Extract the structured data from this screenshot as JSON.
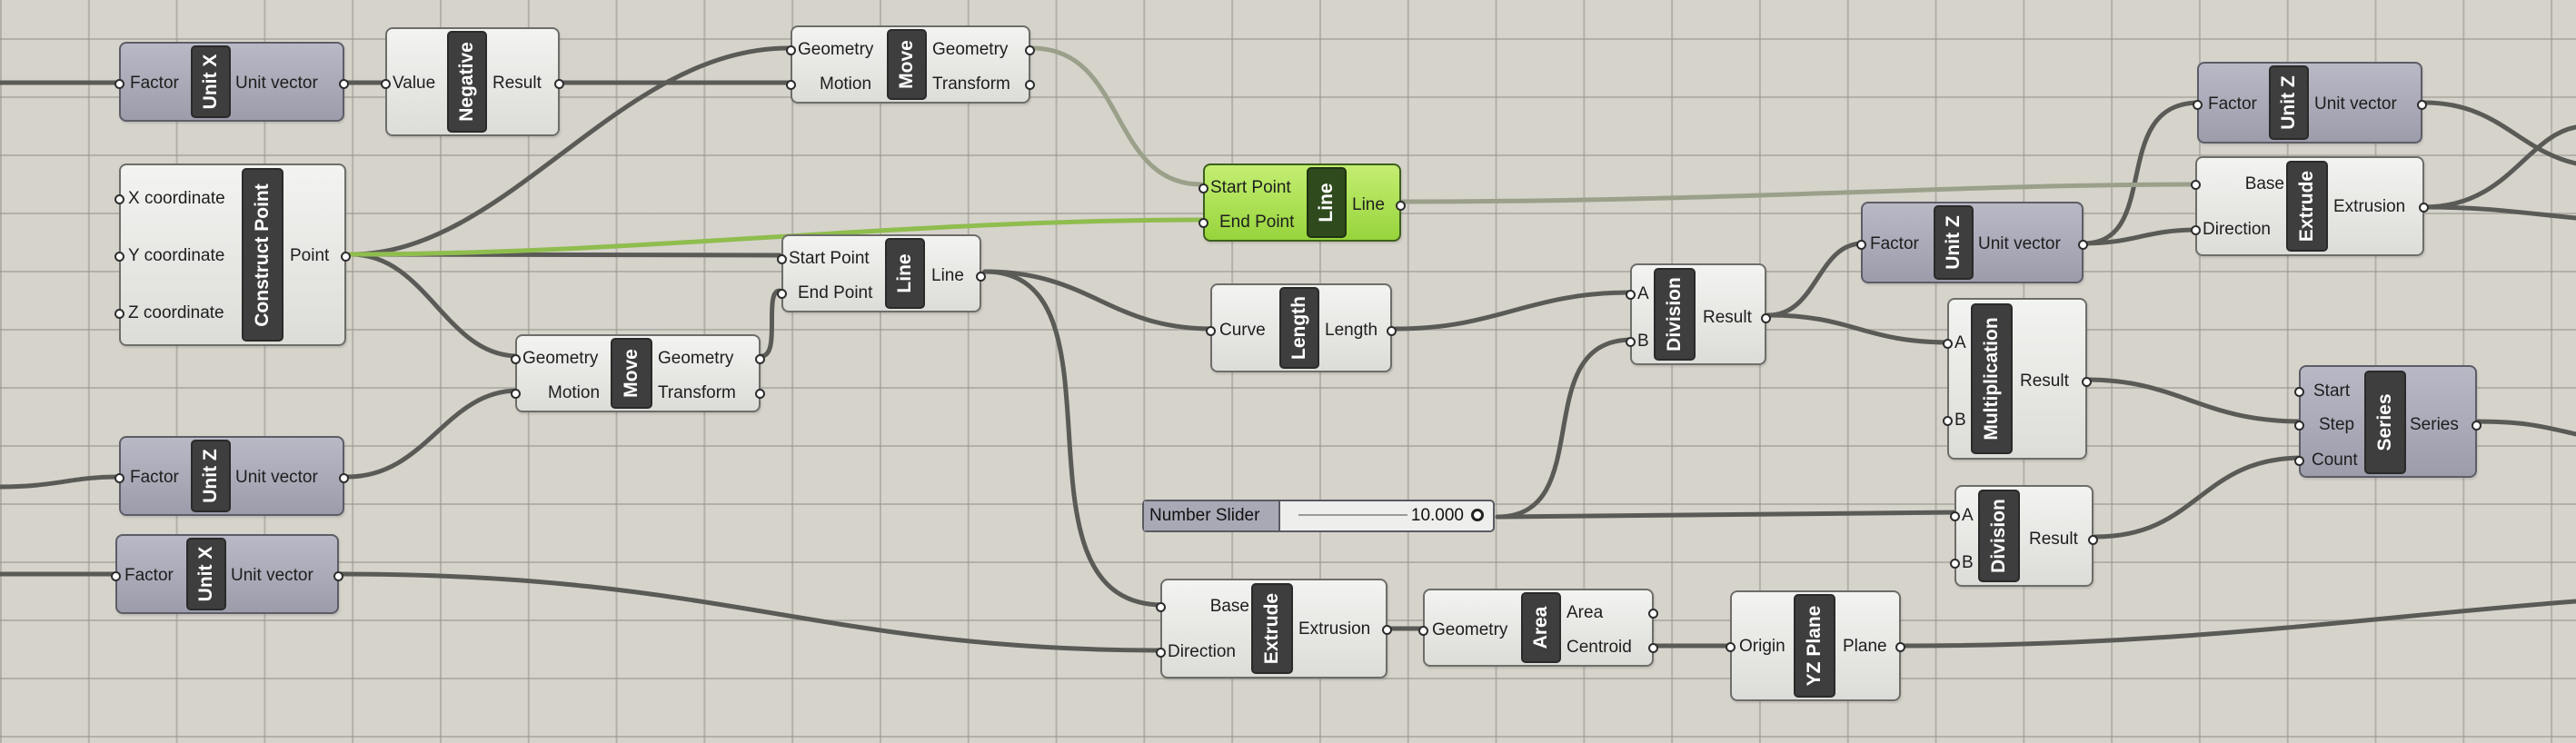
{
  "app": {
    "colors": {
      "canvas": "#d6d3cb",
      "wire": "#5a5a57",
      "selected": "#97d43c"
    }
  },
  "components": {
    "unitx1": {
      "icon": "Unit X",
      "inputs": [
        "Factor"
      ],
      "outputs": [
        "Unit vector"
      ]
    },
    "negative": {
      "icon": "Negative",
      "inputs": [
        "Value"
      ],
      "outputs": [
        "Result"
      ]
    },
    "move1": {
      "icon": "Move",
      "inputs": [
        "Geometry",
        "Motion"
      ],
      "outputs": [
        "Geometry",
        "Transform"
      ]
    },
    "construct_point": {
      "icon": "Construct Point",
      "inputs": [
        "X coordinate",
        "Y coordinate",
        "Z coordinate"
      ],
      "outputs": [
        "Point"
      ]
    },
    "line_selected": {
      "icon": "Line",
      "inputs": [
        "Start Point",
        "End Point"
      ],
      "outputs": [
        "Line"
      ]
    },
    "line2": {
      "icon": "Line",
      "inputs": [
        "Start Point",
        "End Point"
      ],
      "outputs": [
        "Line"
      ]
    },
    "move2": {
      "icon": "Move",
      "inputs": [
        "Geometry",
        "Motion"
      ],
      "outputs": [
        "Geometry",
        "Transform"
      ]
    },
    "unitz1": {
      "icon": "Unit Z",
      "inputs": [
        "Factor"
      ],
      "outputs": [
        "Unit vector"
      ]
    },
    "unitx2": {
      "icon": "Unit X",
      "inputs": [
        "Factor"
      ],
      "outputs": [
        "Unit vector"
      ]
    },
    "length": {
      "icon": "Length",
      "inputs": [
        "Curve"
      ],
      "outputs": [
        "Length"
      ]
    },
    "extrude1": {
      "icon": "Extrude",
      "inputs": [
        "Base",
        "Direction"
      ],
      "outputs": [
        "Extrusion"
      ]
    },
    "area": {
      "icon": "Area",
      "inputs": [
        "Geometry"
      ],
      "outputs": [
        "Area",
        "Centroid"
      ]
    },
    "yzplane": {
      "icon": "YZ Plane",
      "inputs": [
        "Origin"
      ],
      "outputs": [
        "Plane"
      ]
    },
    "division1": {
      "icon": "Division",
      "inputs": [
        "A",
        "B"
      ],
      "outputs": [
        "Result"
      ]
    },
    "unitz2": {
      "icon": "Unit Z",
      "inputs": [
        "Factor"
      ],
      "outputs": [
        "Unit vector"
      ]
    },
    "multiplication": {
      "icon": "Multiplication",
      "inputs": [
        "A",
        "B"
      ],
      "outputs": [
        "Result"
      ]
    },
    "division2": {
      "icon": "Division",
      "inputs": [
        "A",
        "B"
      ],
      "outputs": [
        "Result"
      ]
    },
    "unitz3": {
      "icon": "Unit Z",
      "inputs": [
        "Factor"
      ],
      "outputs": [
        "Unit vector"
      ]
    },
    "extrude2": {
      "icon": "Extrude",
      "inputs": [
        "Base",
        "Direction"
      ],
      "outputs": [
        "Extrusion"
      ]
    },
    "series": {
      "icon": "Series",
      "inputs": [
        "Start",
        "Step",
        "Count"
      ],
      "outputs": [
        "Series"
      ]
    }
  },
  "slider": {
    "label": "Number Slider",
    "value": "10.000"
  }
}
